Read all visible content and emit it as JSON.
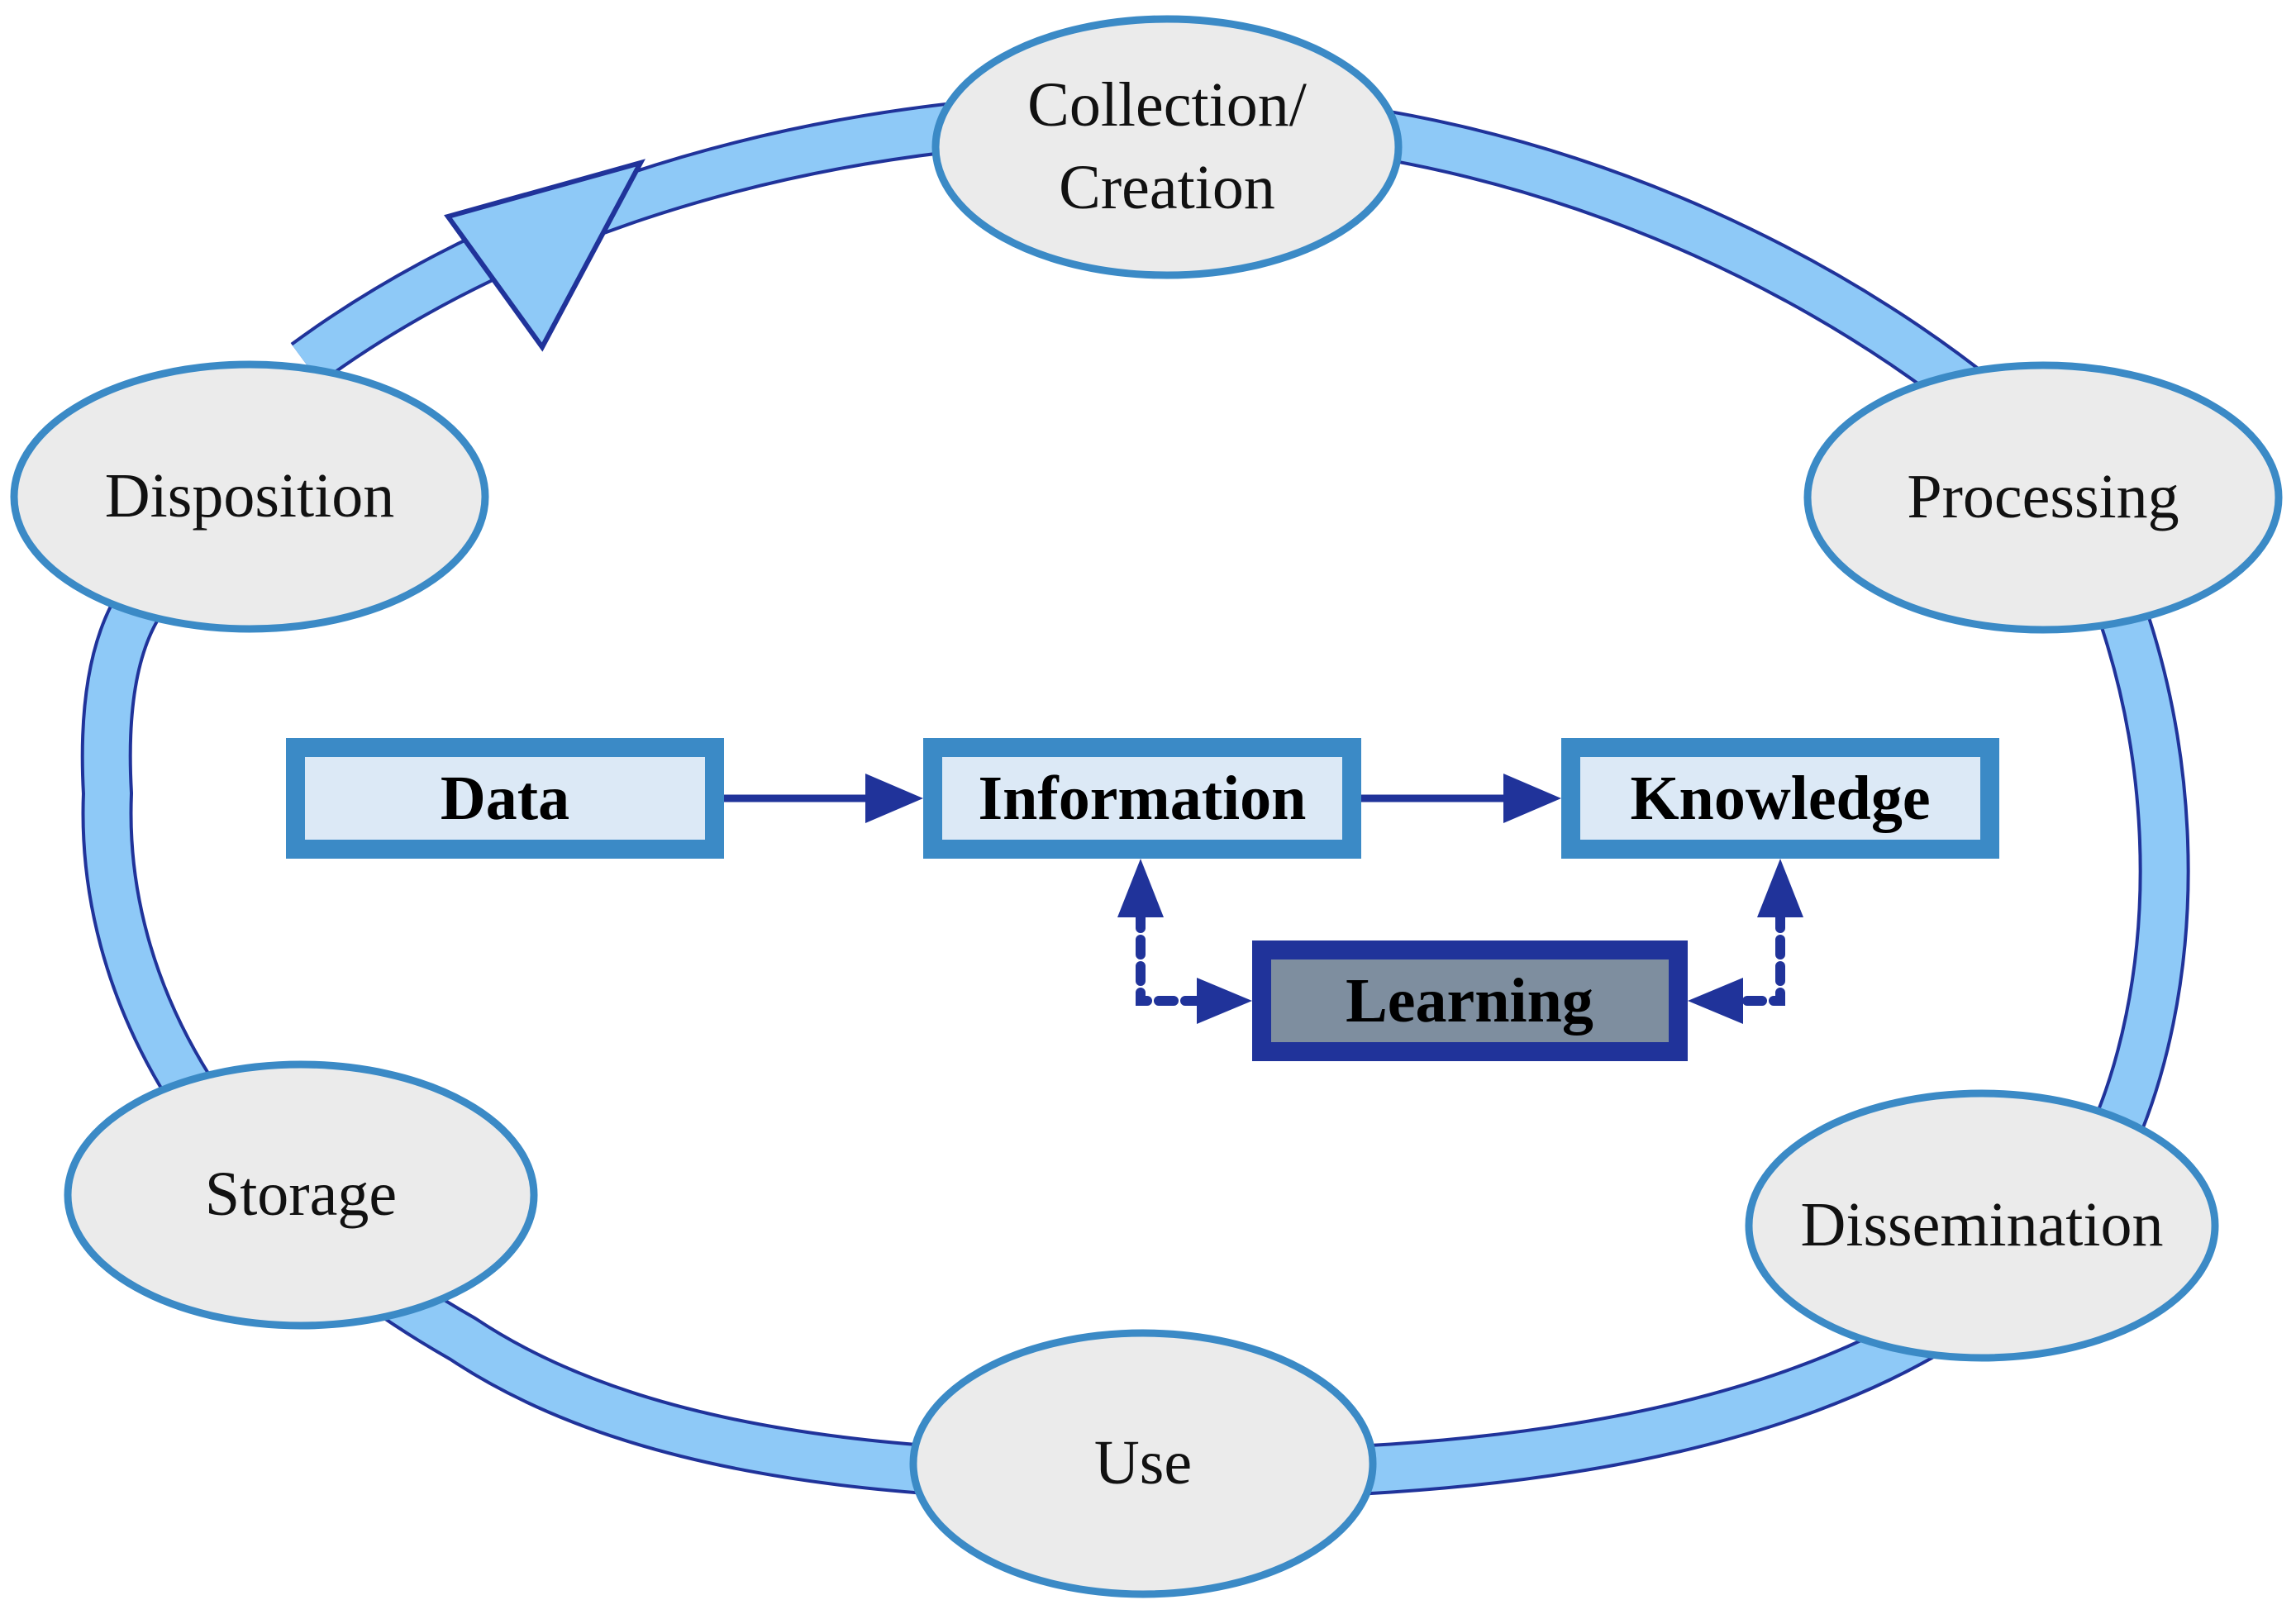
{
  "lifecycle": {
    "stages": {
      "collection_line1": "Collection/",
      "collection_line2": "Creation",
      "processing": "Processing",
      "dissemination": "Dissemination",
      "use": "Use",
      "storage": "Storage",
      "disposition": "Disposition"
    }
  },
  "hierarchy": {
    "data": "Data",
    "information": "Information",
    "knowledge": "Knowledge",
    "learning": "Learning"
  },
  "colors": {
    "ring_fill": "#8ec9f7",
    "ring_outline": "#20339a",
    "ellipse_fill": "#ebebeb",
    "ellipse_stroke": "#3b8ac6",
    "box_fill": "#dce9f6",
    "box_border": "#3b8ac6",
    "learning_fill": "#7e8e9f",
    "learning_border": "#20339a",
    "arrow": "#20339a"
  }
}
